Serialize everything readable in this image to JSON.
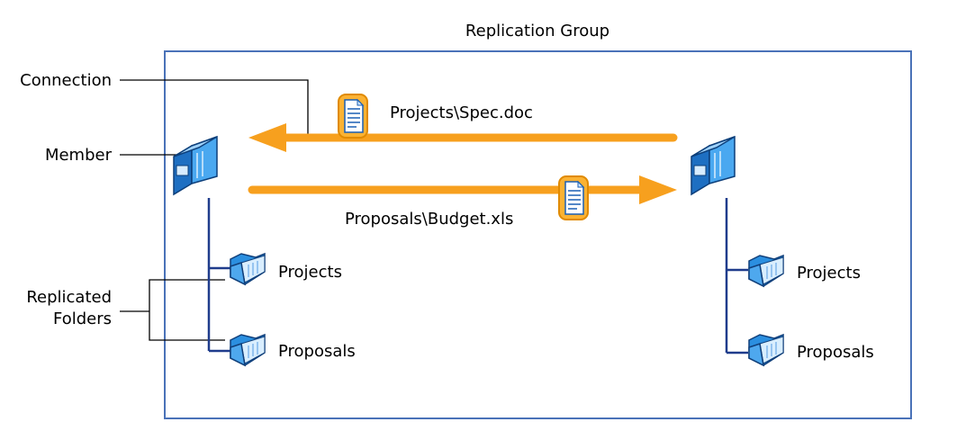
{
  "group_title": "Replication Group",
  "callouts": {
    "connection": "Connection",
    "member": "Member",
    "replicated_folders_line1": "Replicated",
    "replicated_folders_line2": "Folders"
  },
  "transfers": {
    "to_left_file": "Projects\\Spec.doc",
    "to_right_file": "Proposals\\Budget.xls"
  },
  "left_member": {
    "folders": [
      "Projects",
      "Proposals"
    ]
  },
  "right_member": {
    "folders": [
      "Projects",
      "Proposals"
    ]
  },
  "colors": {
    "border": "#4a72b8",
    "arrow": "#f7a01e",
    "tree_line": "#1f3c8c",
    "server_blue": "#2b8fe0",
    "leader_line": "#000000"
  },
  "icons": {
    "member": "server-icon",
    "folder": "folder-icon",
    "file": "document-icon"
  }
}
